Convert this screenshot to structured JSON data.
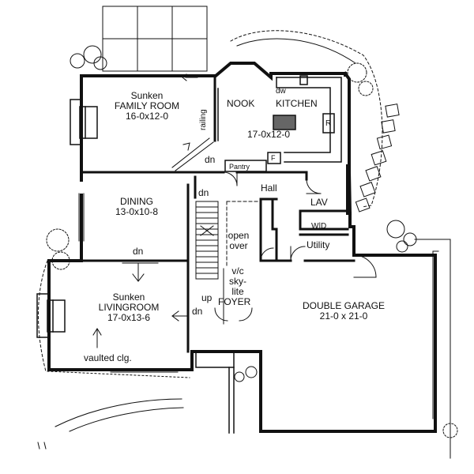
{
  "rooms": {
    "family_room": {
      "line1": "Sunken",
      "line2": "FAMILY ROOM",
      "dims": "16-0x12-0"
    },
    "nook": {
      "name": "NOOK"
    },
    "kitchen": {
      "name": "KITCHEN",
      "dims": "17-0x12-0"
    },
    "dining": {
      "name": "DINING",
      "dims": "13-0x10-8"
    },
    "living_room": {
      "line1": "Sunken",
      "line2": "LIVINGROOM",
      "dims": "17-0x13-6"
    },
    "foyer": {
      "name": "FOYER"
    },
    "garage": {
      "name": "DOUBLE GARAGE",
      "dims": "21-0 x 21-0"
    },
    "hall": {
      "name": "Hall"
    },
    "lav": {
      "name": "LAV"
    },
    "utility": {
      "name": "Utility"
    }
  },
  "fixtures": {
    "dw": "dw",
    "range": "R",
    "fridge": "F",
    "pantry": "Pantry",
    "washer_dryer": "W|D"
  },
  "annotations": {
    "railing": "railing",
    "dn_family": "dn",
    "dn_stair": "dn",
    "dn_living": "dn",
    "dn_foyer": "dn",
    "up": "up",
    "open_over_1": "open",
    "open_over_2": "over",
    "skylite_1": "v/c",
    "skylite_2": "sky-",
    "skylite_3": "lite",
    "vaulted": "vaulted clg."
  }
}
